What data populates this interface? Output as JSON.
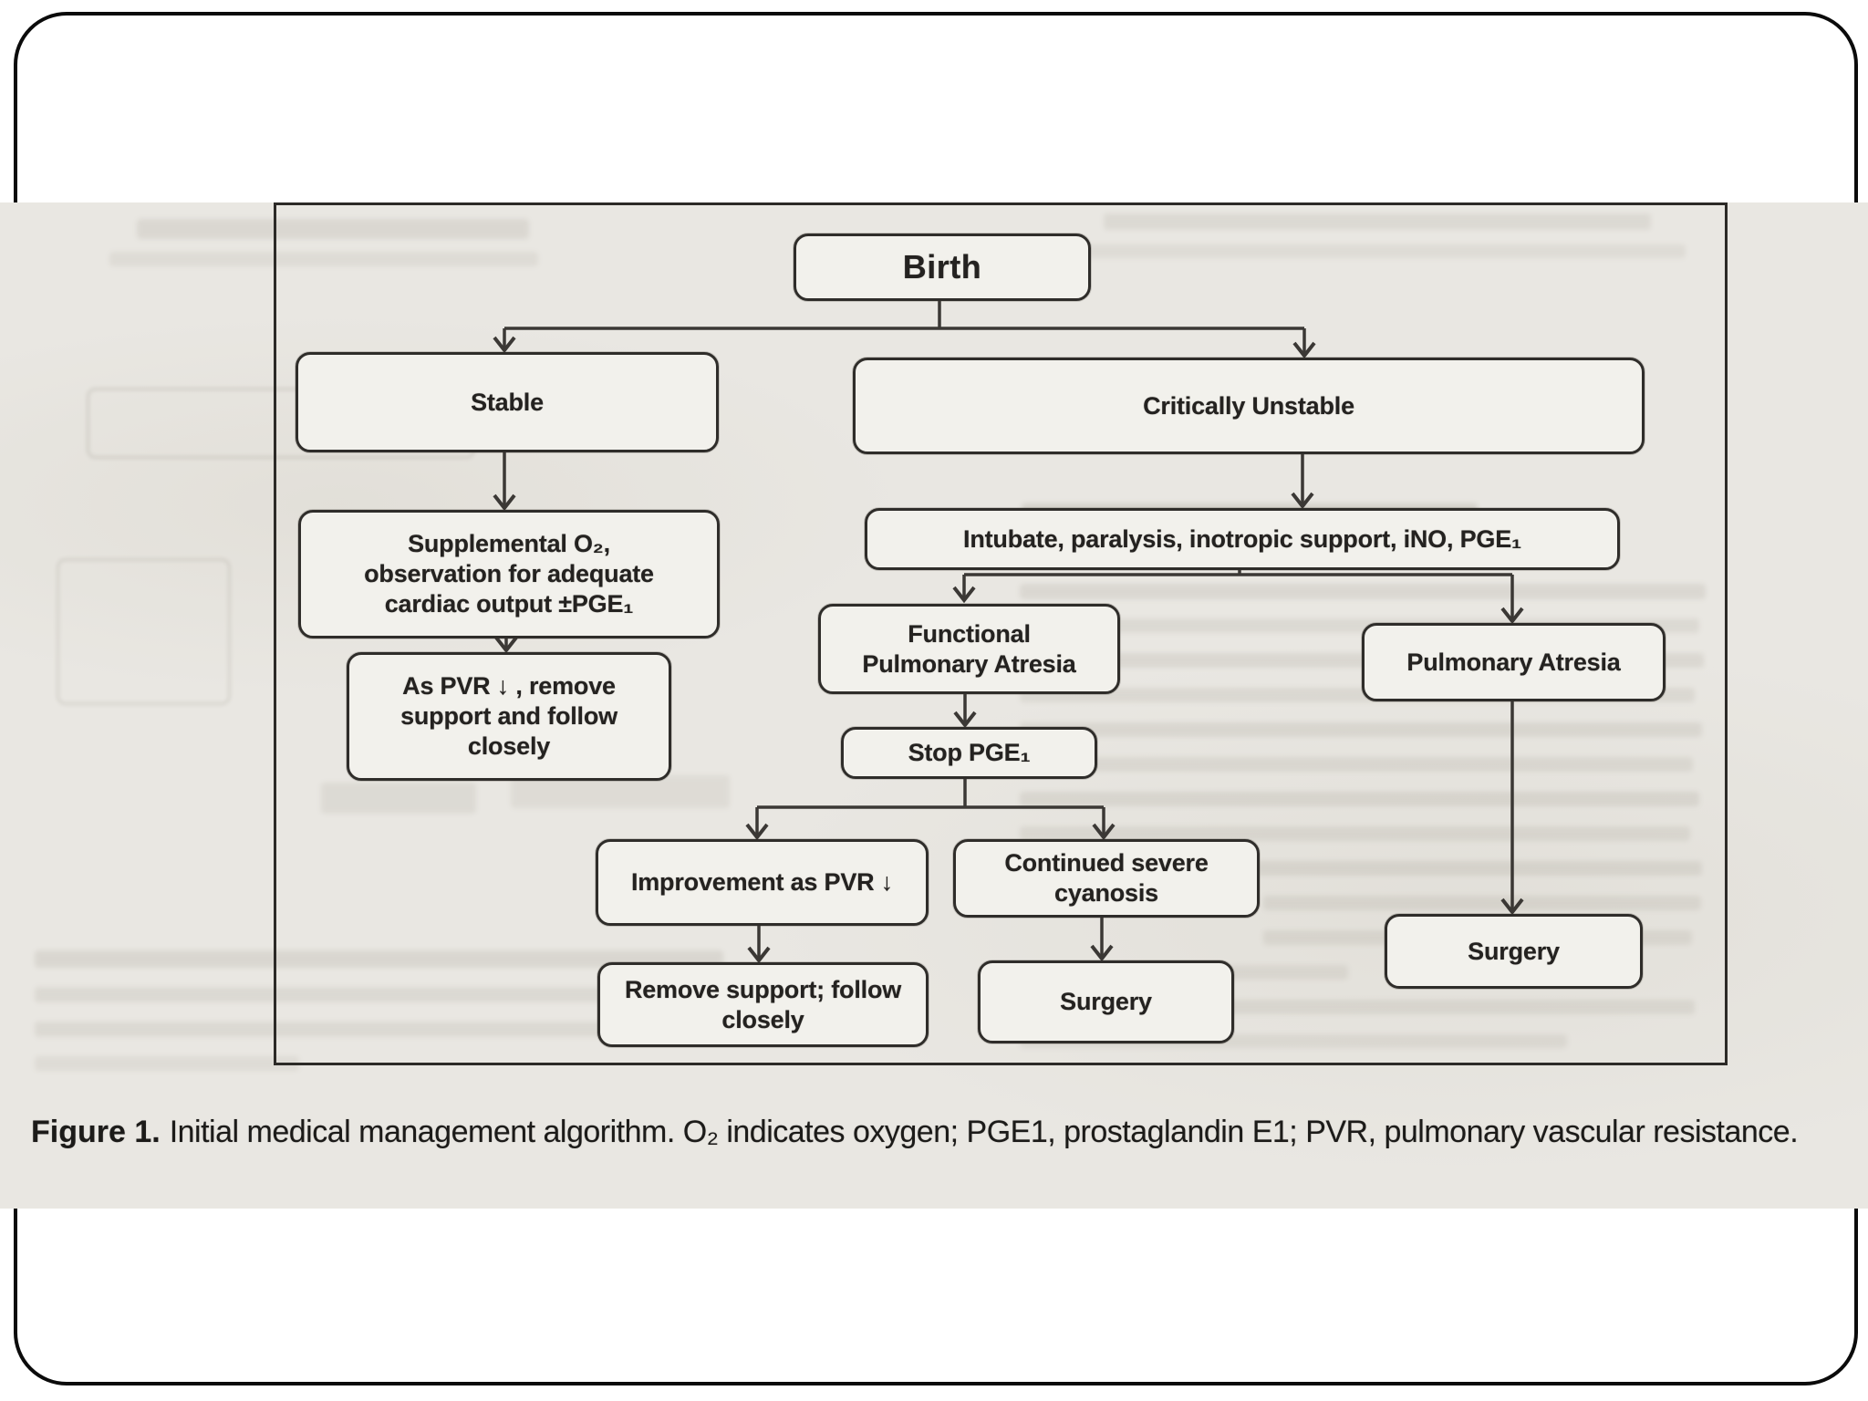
{
  "figure": {
    "nodes": {
      "birth": {
        "label": "Birth"
      },
      "stable": {
        "label": "Stable"
      },
      "supplemental": {
        "label": "Supplemental O₂,\nobservation for adequate\ncardiac output ±PGE₁"
      },
      "as_pvr": {
        "label": "As PVR ↓ , remove\nsupport and follow\nclosely"
      },
      "critically": {
        "label": "Critically Unstable"
      },
      "intubate": {
        "label": "Intubate, paralysis, inotropic support, iNO, PGE₁"
      },
      "functional_pa": {
        "label": "Functional\nPulmonary Atresia"
      },
      "stop_pge": {
        "label": "Stop PGE₁"
      },
      "improvement": {
        "label": "Improvement as PVR ↓"
      },
      "continued": {
        "label": "Continued severe\ncyanosis"
      },
      "remove_support": {
        "label": "Remove support; follow\nclosely"
      },
      "surgery_left": {
        "label": "Surgery"
      },
      "pulmonary_atresia": {
        "label": "Pulmonary Atresia"
      },
      "surgery_right": {
        "label": "Surgery"
      }
    },
    "caption": {
      "bold": "Figure 1.",
      "text": "Initial medical management algorithm. O₂ indicates oxygen; PGE1, prostaglandin E1; PVR, pulmonary vascular resistance."
    }
  },
  "colors": {
    "scan_background": "#e9e7e2",
    "node_fill": "#f2f1ec",
    "line_ink": "#3b3835",
    "text_ink": "#242220",
    "slide_border": "#0b0b0b"
  }
}
